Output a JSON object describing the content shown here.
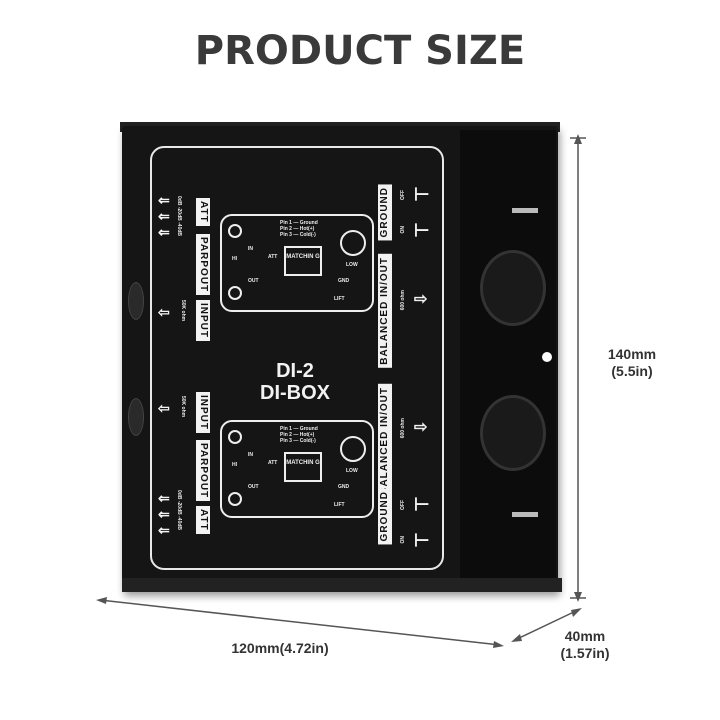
{
  "title": "PRODUCT SIZE",
  "product": {
    "model": "DI-2",
    "name": "DI-BOX",
    "labels": {
      "att": "ATT",
      "parpout": "PARPOUT",
      "input": "INPUT",
      "ground": "GROUND",
      "balanced": "BALANCED IN/OUT",
      "off": "OFF",
      "on": "ON",
      "input_impedance": "50K ohm",
      "output_impedance": "600 ohm",
      "att_levels": [
        "0dB",
        "-20dB",
        "-40dB"
      ],
      "pins": [
        "Pin 1 — Ground",
        "Pin 2 — Hot(+)",
        "Pin 3 — Cold(-)"
      ],
      "matching": "MATCHIN G",
      "hi": "HI",
      "in": "IN",
      "out": "OUT",
      "att_pot": "ATT",
      "low": "LOW",
      "gnd": "GND",
      "lift": "LIFT"
    }
  },
  "dimensions": {
    "height": {
      "metric": "140mm",
      "imperial": "(5.5in)"
    },
    "width": {
      "label": "120mm(4.72in)"
    },
    "depth": {
      "metric": "40mm",
      "imperial": "(1.57in)"
    }
  }
}
